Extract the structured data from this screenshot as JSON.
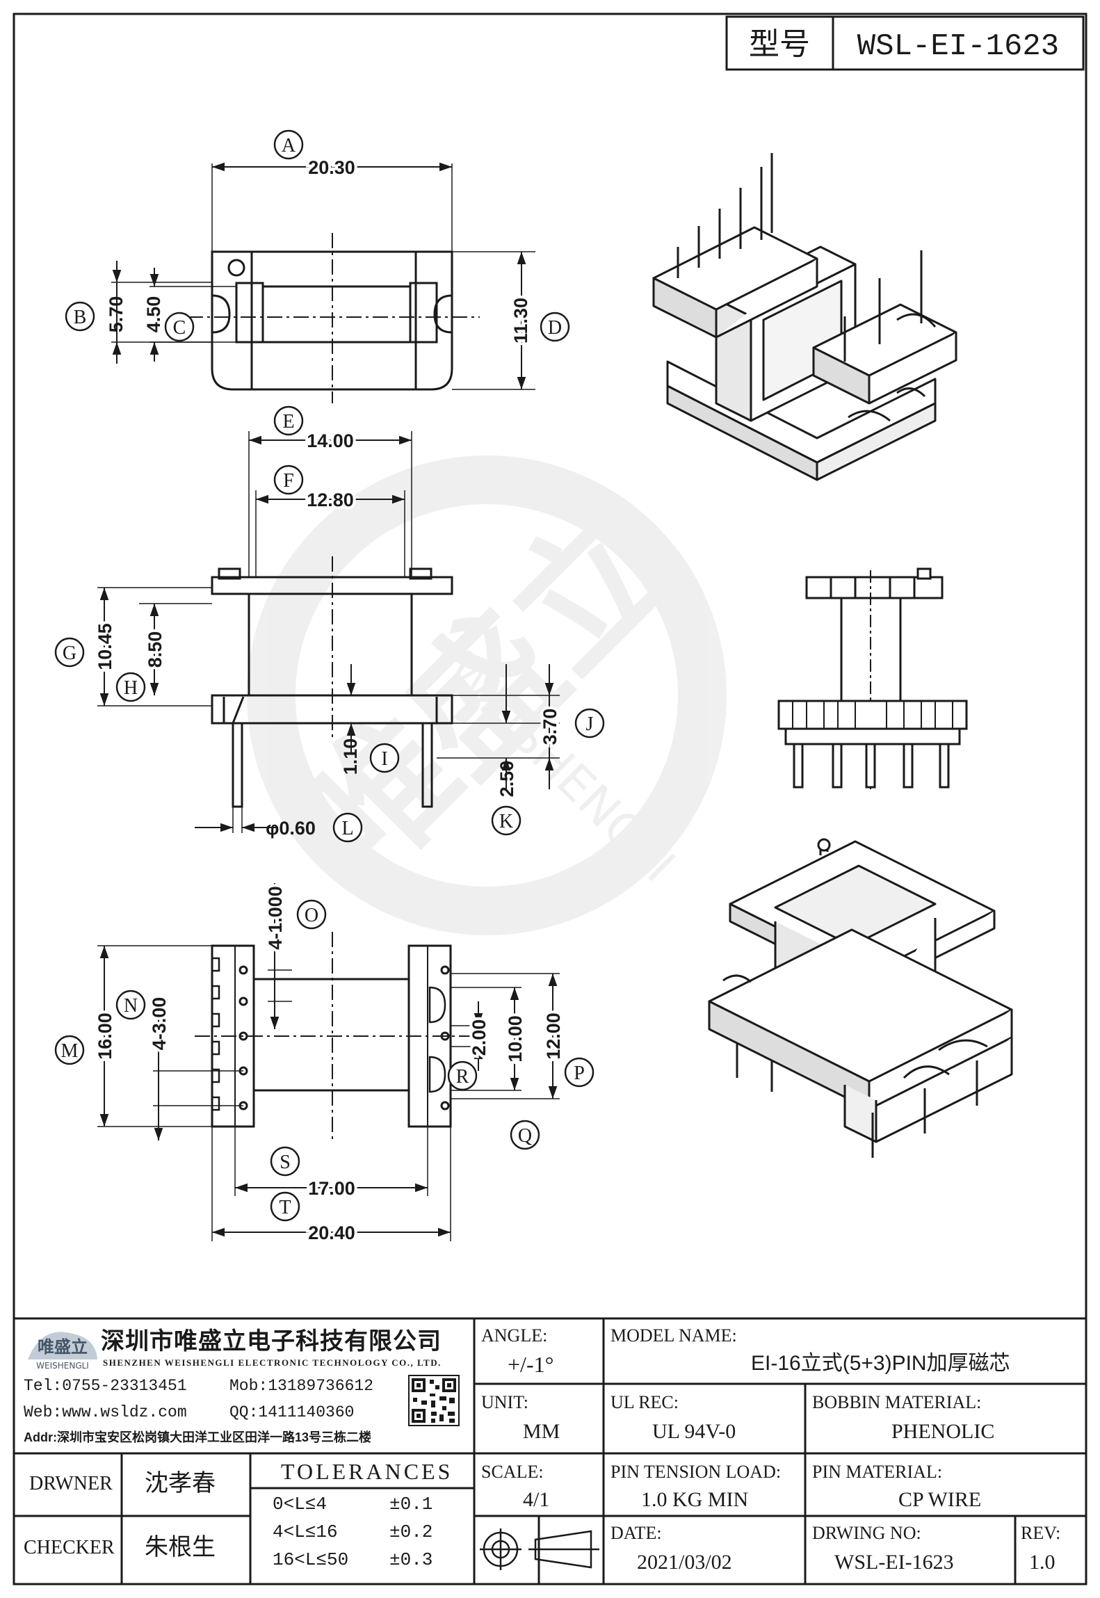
{
  "header": {
    "type_label": "型号",
    "model_no": "WSL-EI-1623"
  },
  "top_view": {
    "A": "20.30",
    "B": "5.70",
    "C": "4.50",
    "D": "11.30"
  },
  "front_view": {
    "E": "14.00",
    "F": "12.80",
    "G": "10.45",
    "H": "8.50",
    "I": "1.10",
    "J": "3.70",
    "K": "2.50",
    "L": "φ0.60"
  },
  "bottom_view": {
    "M": "16.00",
    "N": "4-3.00",
    "O": "4-1.000",
    "P": "12.00",
    "Q": "10.00",
    "R": "2.00",
    "S": "17.00",
    "T": "20.40"
  },
  "markers": [
    "A",
    "B",
    "C",
    "D",
    "E",
    "F",
    "G",
    "H",
    "I",
    "J",
    "K",
    "L",
    "M",
    "N",
    "O",
    "P",
    "Q",
    "R",
    "S",
    "T"
  ],
  "watermark": {
    "chinese": "唯盛立",
    "english": "WEISHENGLI"
  },
  "company": {
    "name_cn": "深圳市唯盛立电子科技有限公司",
    "name_en": "SHENZHEN WEISHENGLI ELECTRONIC TECHNOLOGY CO., LTD.",
    "logo_cn": "唯盛立",
    "logo_en": "WEISHENGLI",
    "tel": "Tel:0755-23313451",
    "mob": "Mob:13189736612",
    "web": "Web:www.wsldz.com",
    "qq": "QQ:1411140360",
    "addr": "Addr:深圳市宝安区松岗镇大田洋工业区田洋一路13号三栋二楼"
  },
  "title_block": {
    "angle_label": "ANGLE:",
    "angle_value": "+/-1°",
    "model_name_label": "MODEL NAME:",
    "model_name_value": "EI-16立式(5+3)PIN加厚磁芯",
    "unit_label": "UNIT:",
    "unit_value": "MM",
    "ul_label": "UL REC:",
    "ul_value": "UL 94V-0",
    "bobbin_label": "BOBBIN MATERIAL:",
    "bobbin_value": "PHENOLIC",
    "drwner_label": "DRWNER",
    "drwner_value": "沈孝春",
    "checker_label": "CHECKER",
    "checker_value": "朱根生",
    "tolerances_label": "TOLERANCES",
    "tol_rows": [
      {
        "range": "0<L≤4",
        "tol": "±0.1"
      },
      {
        "range": "4<L≤16",
        "tol": "±0.2"
      },
      {
        "range": "16<L≤50",
        "tol": "±0.3"
      }
    ],
    "scale_label": "SCALE:",
    "scale_value": "4/1",
    "pin_tension_label": "PIN TENSION LOAD:",
    "pin_tension_value": "1.0 KG MIN",
    "pin_material_label": "PIN MATERIAL:",
    "pin_material_value": "CP WIRE",
    "date_label": "DATE:",
    "date_value": "2021/03/02",
    "drwing_no_label": "DRWING NO:",
    "drwing_no_value": "WSL-EI-1623",
    "rev_label": "REV:",
    "rev_value": "1.0"
  }
}
